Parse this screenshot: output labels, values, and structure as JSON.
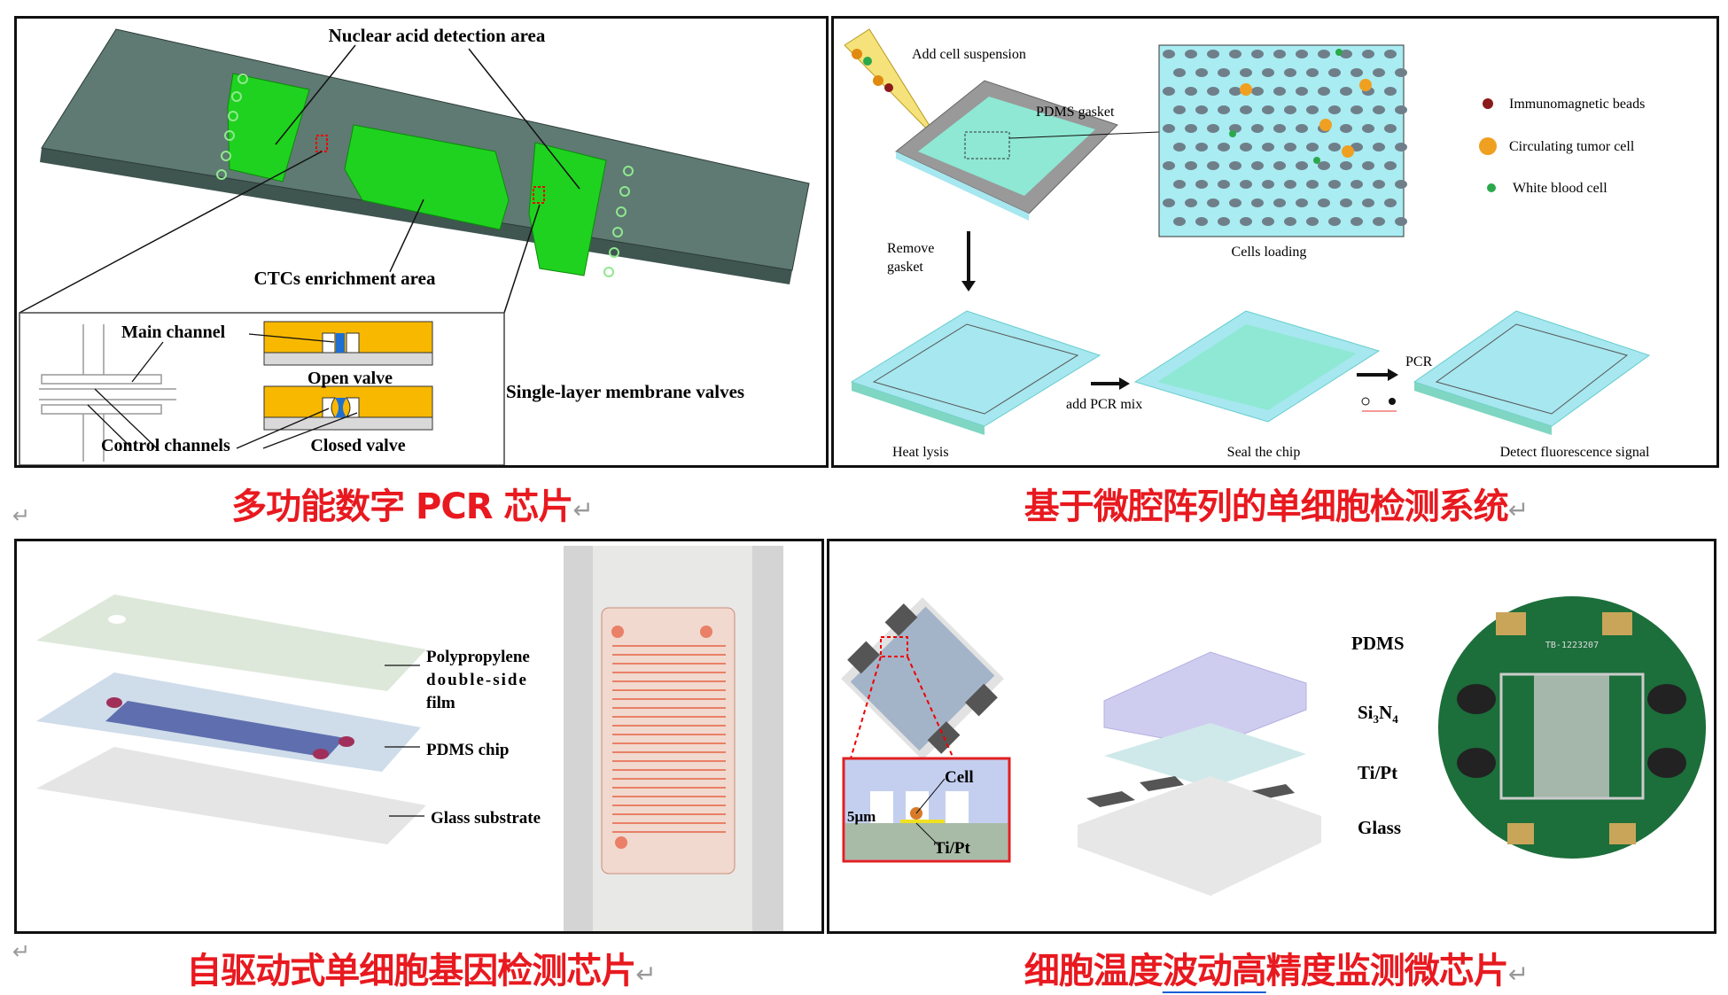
{
  "panel1": {
    "title": "Nuclear acid detection area",
    "ctc_label": "CTCs enrichment area",
    "main_channel": "Main channel",
    "open_valve": "Open valve",
    "closed_valve": "Closed valve",
    "control_channels": "Control channels",
    "valves_label": "Single-layer membrane valves"
  },
  "panel2": {
    "add_cell": "Add cell suspension",
    "pdms_gasket": "PDMS gasket",
    "legend": [
      {
        "label": "Immunomagnetic beads",
        "color": "#8b1a1a"
      },
      {
        "label": "Circulating tumor cell",
        "color": "#f0a020"
      },
      {
        "label": "White blood cell",
        "color": "#2aa84a"
      }
    ],
    "cells_loading": "Cells loading",
    "remove_gasket_1": "Remove",
    "remove_gasket_2": "gasket",
    "heat_lysis": "Heat lysis",
    "add_pcr_mix": "add PCR mix",
    "seal_chip": "Seal the chip",
    "pcr": "PCR",
    "detect": "Detect fluorescence signal"
  },
  "panel3": {
    "film_1": "Polypropylene",
    "film_2": "double-side",
    "film_3": "film",
    "pdms_chip": "PDMS chip",
    "glass": "Glass substrate"
  },
  "panel4": {
    "pdms": "PDMS",
    "si": "Si",
    "si_sub": "3",
    "n": "N",
    "n_sub": "4",
    "tipt": "Ti/Pt",
    "glass": "Glass",
    "cell": "Cell",
    "um": "5μm",
    "inset_tipt": "Ti/Pt",
    "board_id": "TB-1223207"
  },
  "captions": {
    "c1": "多功能数字 PCR 芯片",
    "c2": "基于微腔阵列的单细胞检测系统",
    "c3": "自驱动式单细胞基因检测芯片",
    "c4_a": "细胞温度",
    "c4_b": "波动高",
    "c4_c": "精度监测微芯片",
    "return": "↵"
  },
  "colors": {
    "caption": "#e8191f",
    "chip_green": "#1fd21f",
    "slab": "#5e7a72"
  }
}
